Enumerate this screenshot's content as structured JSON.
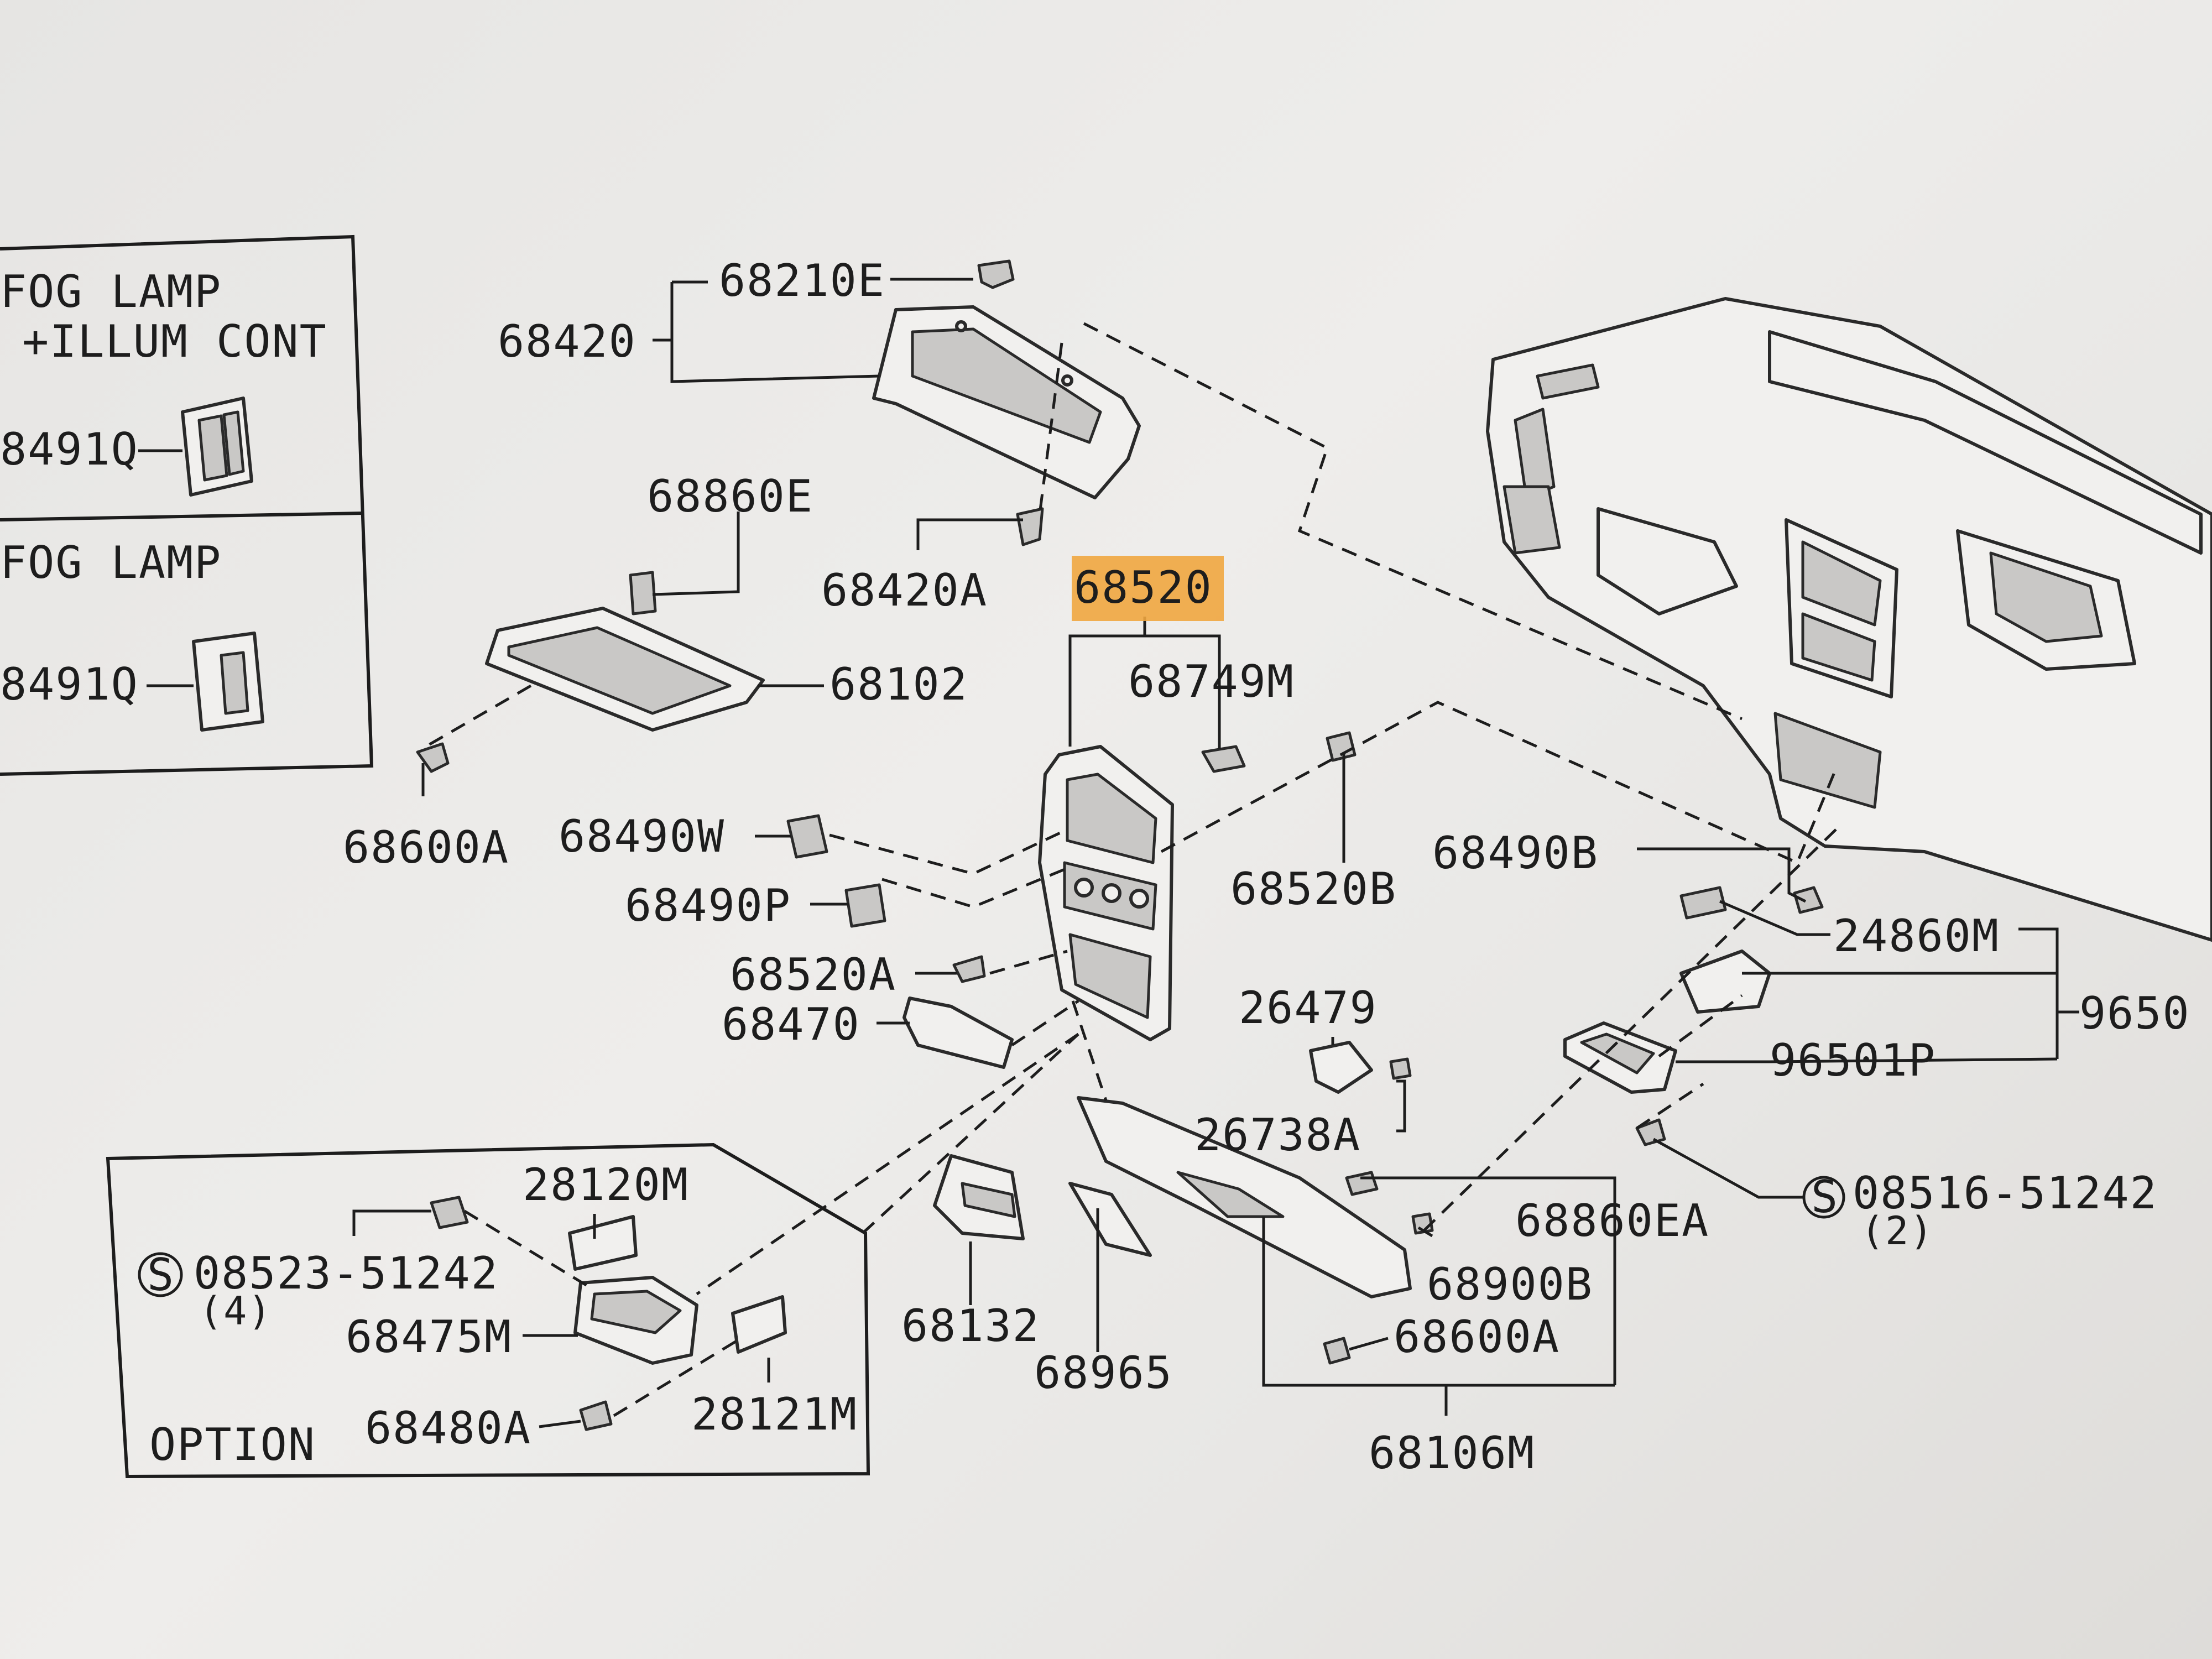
{
  "parts": {
    "p68210E": "68210E",
    "p68420": "68420",
    "p68860E": "68860E",
    "p68420A": "68420A",
    "p68520": "68520",
    "p68749M": "68749M",
    "p68102": "68102",
    "p68600A_left": "68600A",
    "p68490W": "68490W",
    "p68490P": "68490P",
    "p68520B": "68520B",
    "p68520A": "68520A",
    "p68470": "68470",
    "p68490B": "68490B",
    "p24860M": "24860M",
    "p9650": "9650",
    "p26479": "26479",
    "p96501P": "96501P",
    "p26738A": "26738A",
    "p28120M": "28120M",
    "p08516": "08516-51242",
    "p08516_qty": "(2)",
    "p68860EA": "68860EA",
    "p08523": "08523-51242",
    "p08523_qty": "(4)",
    "p68132": "68132",
    "p68900B": "68900B",
    "p68475M": "68475M",
    "p68600A_right": "68600A",
    "p68965": "68965",
    "p68480A": "68480A",
    "p28121M": "28121M",
    "p68106M": "68106M"
  },
  "left_panel": {
    "fog_illum_title_1": "FOG LAMP",
    "fog_illum_title_2": "+ILLUM CONT",
    "fog_illum_part": "8491Q",
    "fog_title": "FOG LAMP",
    "fog_part": "8491Q"
  },
  "option_box": {
    "title": "OPTION"
  },
  "symbols": {
    "standard_part": "S"
  },
  "highlight": {
    "part": "68520",
    "color": "#f0a640"
  }
}
